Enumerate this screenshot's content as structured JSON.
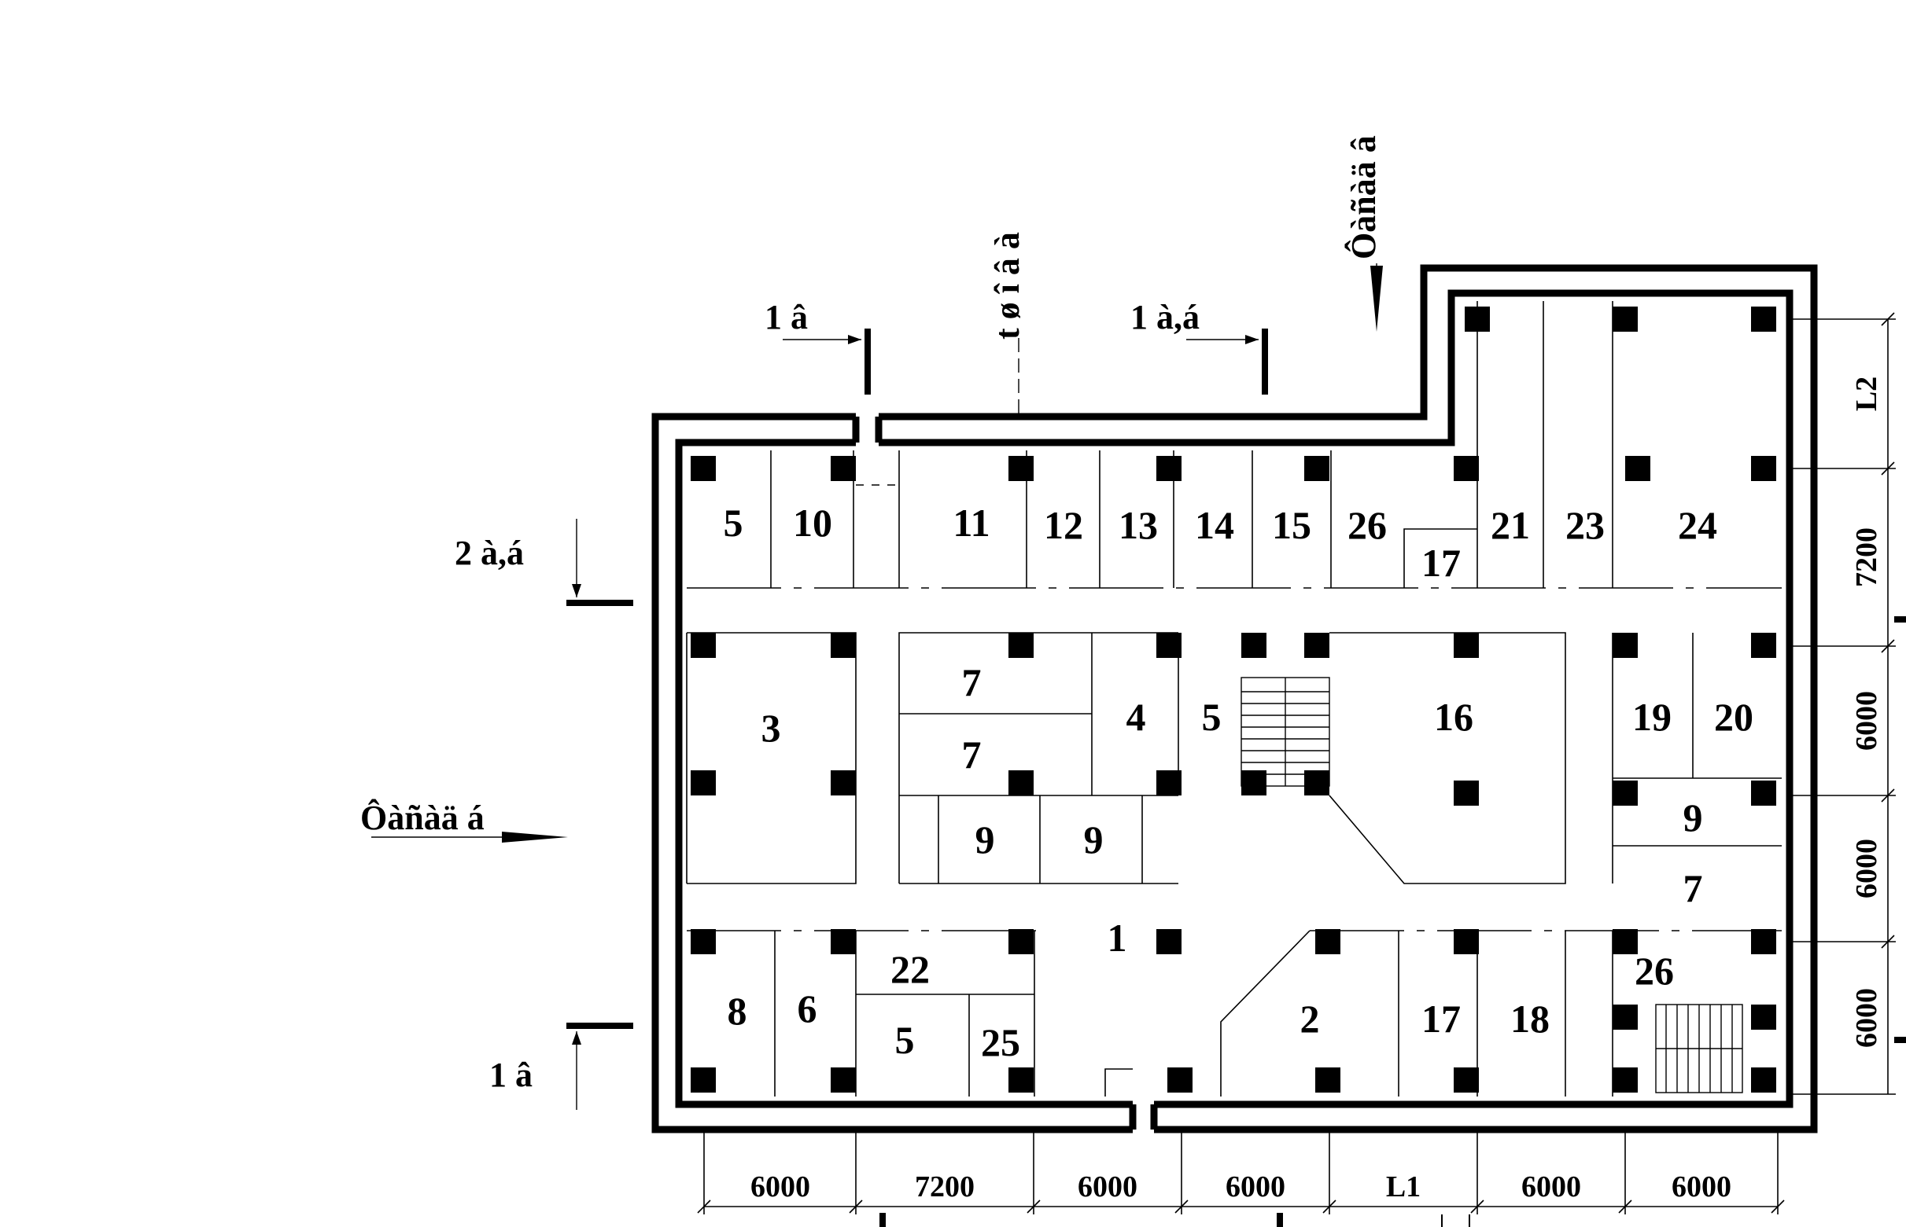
{
  "rooms": {
    "r1": "5",
    "r2": "10",
    "r3": "11",
    "r4": "12",
    "r5": "13",
    "r6": "14",
    "r7": "15",
    "r8": "26",
    "r9": "17",
    "r10": "21",
    "r11": "23",
    "r12": "24",
    "r13": "3",
    "r14": "7",
    "r15": "7",
    "r16": "4",
    "r17": "5",
    "r18": "16",
    "r19": "19",
    "r20": "20",
    "r21": "9",
    "r22": "9",
    "r23": "9",
    "r24": "7",
    "r25": "1",
    "r26": "22",
    "r27": "8",
    "r28": "6",
    "r29": "5",
    "r30": "25",
    "r31": "2",
    "r32": "17",
    "r33": "18",
    "r34": "26"
  },
  "dimensions": {
    "bottom": [
      "6000",
      "7200",
      "6000",
      "6000",
      "L1",
      "6000",
      "6000"
    ],
    "right": [
      "L2",
      "7200",
      "6000",
      "6000",
      "6000"
    ]
  },
  "annotations": {
    "sec_1v_top": "1 â",
    "sec_1ab_top": "1 à,á",
    "sec_2ab_left": "2 à,á",
    "sec_1v_left": "1 â",
    "axis_top_label": "t ø î â à",
    "facade_v": "Ôàñàä â",
    "facade_b": "Ôàñàä á"
  },
  "colors": {
    "ink": "#000000",
    "background": "#ffffff"
  }
}
